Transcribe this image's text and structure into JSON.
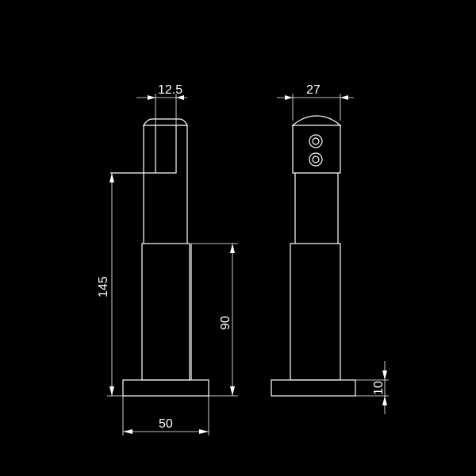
{
  "dimensions": {
    "post_width": "12.5",
    "side_width": "27",
    "overall_height": "145",
    "lower_height": "90",
    "base_width": "50",
    "base_height": "10"
  }
}
